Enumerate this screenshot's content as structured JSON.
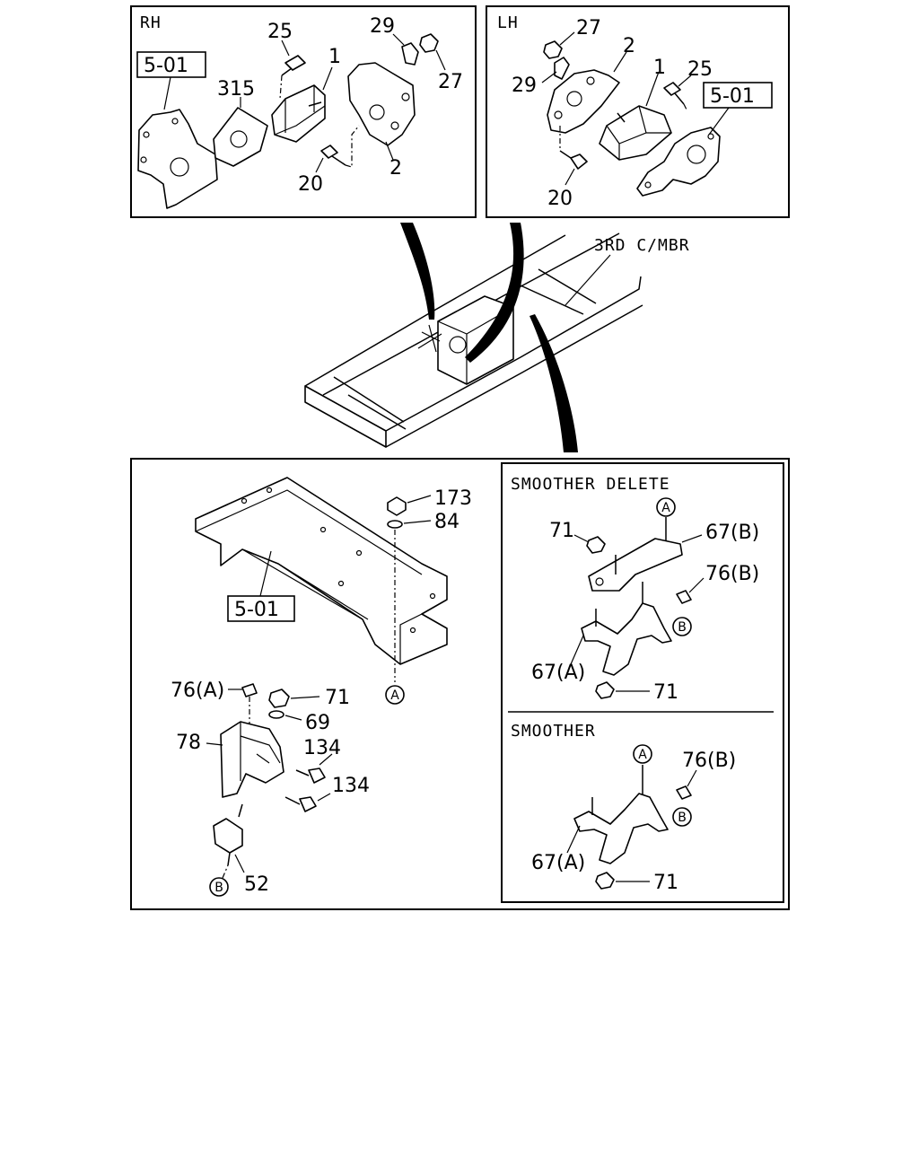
{
  "panels": {
    "rh": {
      "header": "RH",
      "ref": "5-01",
      "callouts": [
        "25",
        "1",
        "29",
        "27",
        "315",
        "20",
        "2"
      ]
    },
    "lh": {
      "header": "LH",
      "ref": "5-01",
      "callouts": [
        "27",
        "2",
        "29",
        "1",
        "25",
        "20"
      ]
    },
    "frame": {
      "label": "3RD C/MBR"
    },
    "lower": {
      "ref": "5-01",
      "callouts": [
        "173",
        "84",
        "76(A)",
        "71",
        "69",
        "78",
        "134",
        "134",
        "52"
      ],
      "markers": [
        "A",
        "B"
      ]
    },
    "smoother_delete": {
      "header": "SMOOTHER DELETE",
      "callouts": [
        "71",
        "67(B)",
        "76(B)",
        "67(A)",
        "71"
      ],
      "markers": [
        "A",
        "B"
      ]
    },
    "smoother": {
      "header": "SMOOTHER",
      "callouts": [
        "76(B)",
        "67(A)",
        "71"
      ],
      "markers": [
        "A",
        "B"
      ]
    }
  }
}
